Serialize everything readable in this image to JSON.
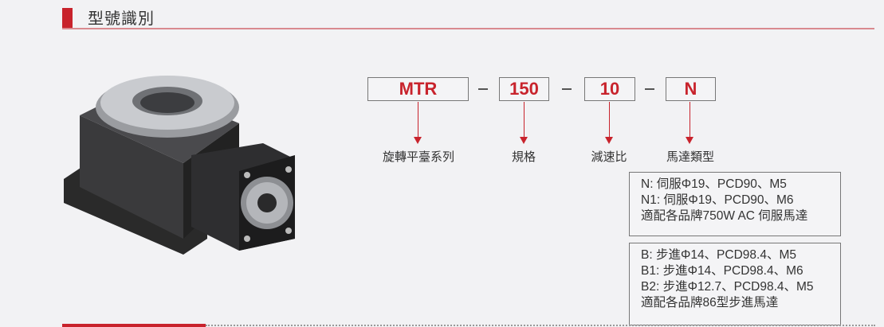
{
  "section": {
    "title": "型號識別"
  },
  "model_code": {
    "segments": [
      {
        "code": "MTR",
        "label": "旋轉平臺系列"
      },
      {
        "code": "150",
        "label": "規格"
      },
      {
        "code": "10",
        "label": "減速比"
      },
      {
        "code": "N",
        "label": "馬達類型"
      }
    ],
    "separator": "-"
  },
  "motor_options": {
    "servo": [
      "N: 伺服Φ19、PCD90、M5",
      "N1: 伺服Φ19、PCD90、M6",
      "適配各品牌750W AC 伺服馬達"
    ],
    "stepper": [
      "B: 步進Φ14、PCD98.4、M5",
      "B1: 步進Φ14、PCD98.4、M6",
      "B2: 步進Φ12.7、PCD98.4、M5",
      "適配各品牌86型步進馬達"
    ]
  },
  "colors": {
    "accent": "#c8232c"
  }
}
